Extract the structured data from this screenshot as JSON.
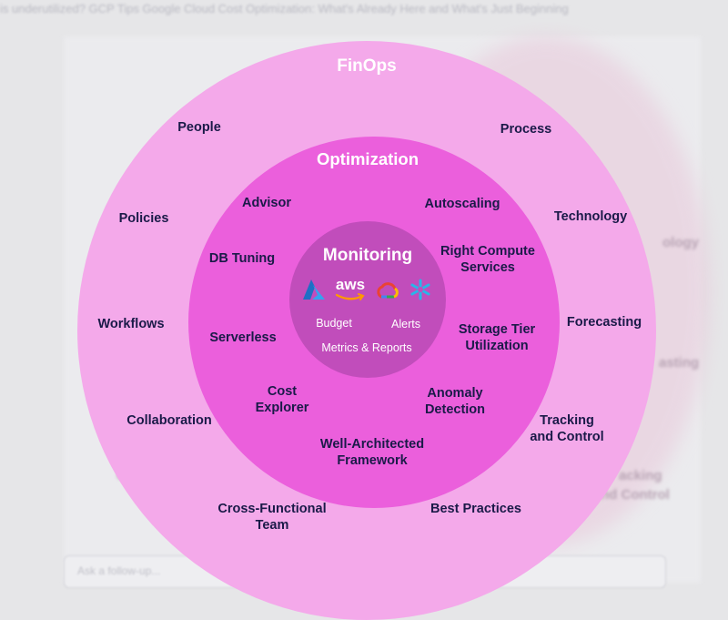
{
  "background": {
    "title": "is underutilized? GCP Tips Google Cloud Cost Optimization: What's Already Here and What's Just Beginning",
    "ghost_labels": [
      "ology",
      "asting",
      "acking",
      "nd Control",
      "Co"
    ],
    "input_placeholder": "Ask a follow-up..."
  },
  "outer_ring": {
    "title": "FinOps",
    "items": {
      "people": "People",
      "process": "Process",
      "policies": "Policies",
      "technology": "Technology",
      "workflows": "Workflows",
      "forecasting": "Forecasting",
      "collaboration": "Collaboration",
      "tracking": "Tracking\nand Control",
      "cross_functional": "Cross-Functional\nTeam",
      "best_practices": "Best Practices"
    }
  },
  "middle_ring": {
    "title": "Optimization",
    "items": {
      "advisor": "Advisor",
      "autoscaling": "Autoscaling",
      "db_tuning": "DB Tuning",
      "right_compute": "Right Compute\nServices",
      "serverless": "Serverless",
      "storage_tier": "Storage Tier\nUtilization",
      "cost_explorer": "Cost\nExplorer",
      "anomaly": "Anomaly\nDetection",
      "well_architected": "Well-Architected\nFramework"
    }
  },
  "inner_circle": {
    "title": "Monitoring",
    "logos": {
      "aws_text": "aws",
      "icons": [
        "azure-icon",
        "aws-icon",
        "gcp-icon",
        "snowflake-icon"
      ]
    },
    "items": {
      "budget": "Budget",
      "alerts": "Alerts",
      "metrics": "Metrics & Reports"
    }
  },
  "colors": {
    "outer": "#f4a9ea",
    "middle": "#eb5fdc",
    "inner": "#c14dbb",
    "label": "#1a1a48",
    "azure": "#1f7fd6",
    "aws_orange": "#ff9900",
    "snowflake": "#29b5e8"
  }
}
